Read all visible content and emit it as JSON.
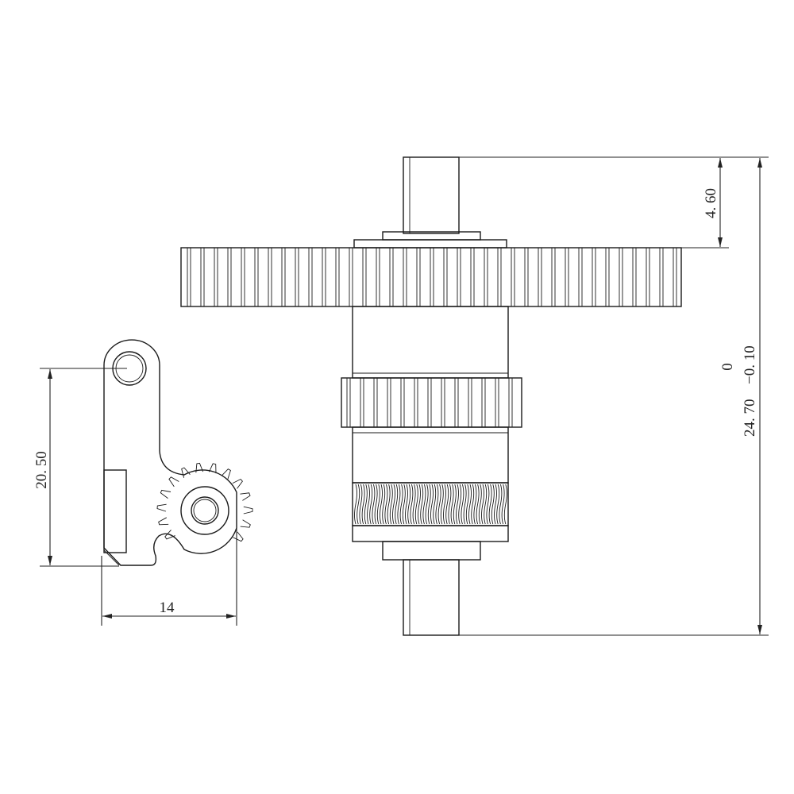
{
  "dimensions": {
    "top_offset": "4. 60",
    "overall_height": "24. 70",
    "tolerance_upper": "0",
    "tolerance_lower": "−0. 10",
    "lever_height": "20. 50",
    "lever_width": "14"
  },
  "colors": {
    "line": "#1a1a1a",
    "background": "#ffffff"
  }
}
